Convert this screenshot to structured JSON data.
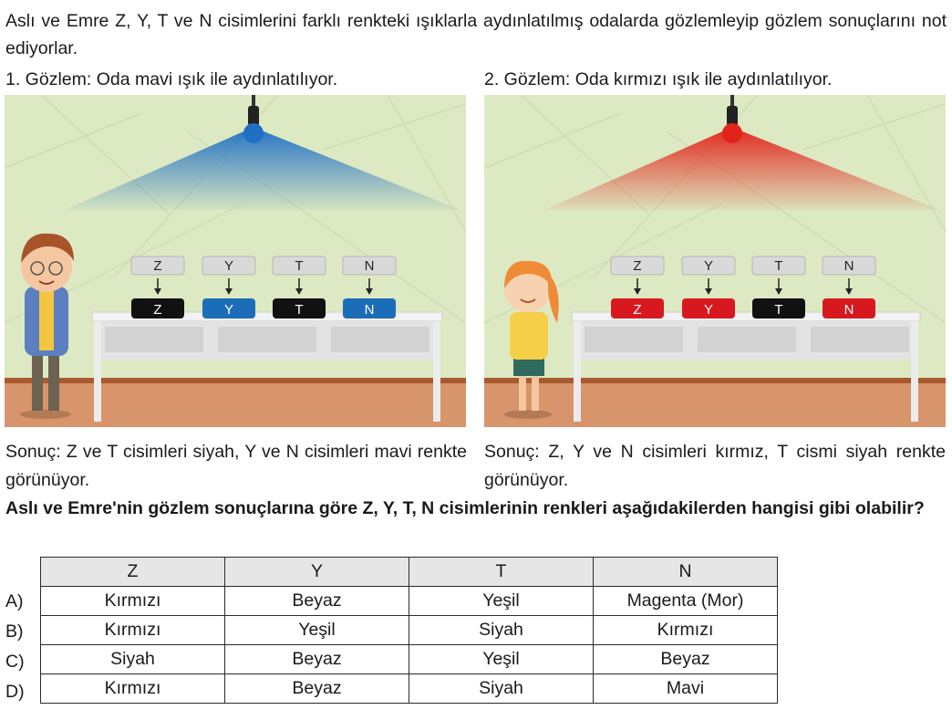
{
  "intro_text": "Aslı ve Emre Z, Y, T ve N cisimlerini farklı renkteki ışıklarla aydınlatılmış odalarda gözlemleyip gözlem sonuçlarını not ediyorlar.",
  "observations": [
    {
      "title": "1. Gözlem: Oda mavi ışık ile aydınlatılıyor.",
      "light_color": "#1f6fc4",
      "objects": [
        {
          "label": "Z",
          "color": "#111111"
        },
        {
          "label": "Y",
          "color": "#1c6db8"
        },
        {
          "label": "T",
          "color": "#111111"
        },
        {
          "label": "N",
          "color": "#1c6db8"
        }
      ],
      "result": "Sonuç: Z ve T cisimleri siyah, Y ve N cisimleri mavi renkte görünüyor."
    },
    {
      "title": "2. Gözlem: Oda kırmızı ışık ile aydınlatılıyor.",
      "light_color": "#e2231a",
      "objects": [
        {
          "label": "Z",
          "color": "#d7191f"
        },
        {
          "label": "Y",
          "color": "#d7191f"
        },
        {
          "label": "T",
          "color": "#111111"
        },
        {
          "label": "N",
          "color": "#d7191f"
        }
      ],
      "result": "Sonuç: Z, Y ve N cisimleri kırmız, T cismi siyah renkte görünüyor."
    }
  ],
  "question": "Aslı ve Emre'nin gözlem sonuçlarına göre Z, Y, T, N cisimlerinin renkleri aşağıdakilerden hangisi gibi olabilir?",
  "table": {
    "headers": [
      "Z",
      "Y",
      "T",
      "N"
    ],
    "rows": [
      {
        "option": "A)",
        "cells": [
          "Kırmızı",
          "Beyaz",
          "Yeşil",
          "Magenta (Mor)"
        ]
      },
      {
        "option": "B)",
        "cells": [
          "Kırmızı",
          "Yeşil",
          "Siyah",
          "Kırmızı"
        ]
      },
      {
        "option": "C)",
        "cells": [
          "Siyah",
          "Beyaz",
          "Yeşil",
          "Beyaz"
        ]
      },
      {
        "option": "D)",
        "cells": [
          "Kırmızı",
          "Beyaz",
          "Siyah",
          "Mavi"
        ]
      }
    ]
  },
  "colors": {
    "wall": "#dde9c2",
    "floor": "#d8946a",
    "floor_strip": "#a85a2e",
    "table_top": "#f2f2f2",
    "label_box": "#d9d9d9"
  }
}
